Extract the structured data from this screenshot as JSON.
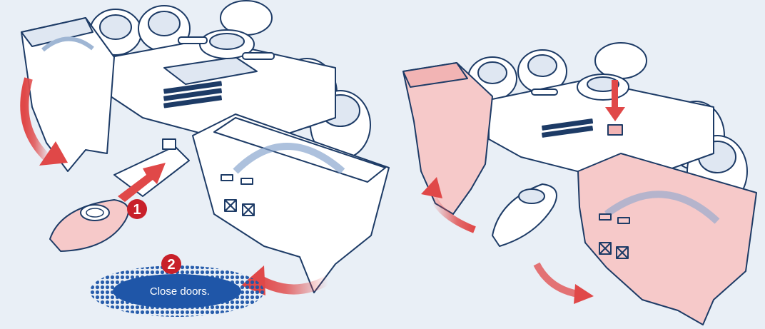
{
  "steps": [
    {
      "number": "1"
    },
    {
      "number": "2",
      "caption": "Close doors."
    }
  ],
  "colors": {
    "background": "#e9eff6",
    "outline": "#1d3b66",
    "highlight_pink": "#f6c9c9",
    "arrow_red": "#e04848",
    "badge_red": "#c8202a",
    "halftone_blue": "#1f56a8"
  },
  "icons": {
    "step1_arrow": "arrow-up-right-icon",
    "step2_arrow": "curved-arrow-left-icon",
    "press_arrow": "arrow-down-icon"
  }
}
